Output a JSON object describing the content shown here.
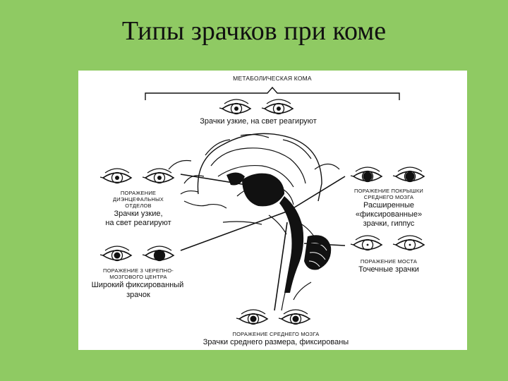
{
  "title": "Типы зрачков при коме",
  "diagram": {
    "metabolic": {
      "heading": "МЕТАБОЛИЧЕСКАЯ КОМА",
      "desc": "Зрачки узкие, на свет реагируют"
    },
    "diencephalic": {
      "heading_l1": "ПОРАЖЕНИЕ",
      "heading_l2": "ДИЭНЦЕФАЛЬНЫХ",
      "heading_l3": "ОТДЕЛОВ",
      "desc_l1": "Зрачки узкие,",
      "desc_l2": "на свет реагируют"
    },
    "third_nerve": {
      "heading_l1": "ПОРАЖЕНИЕ 3 ЧЕРЕПНО-",
      "heading_l2": "МОЗГОВОГО ЦЕНТРА",
      "desc_l1": "Широкий фиксированный",
      "desc_l2": "зрачок"
    },
    "tectum": {
      "heading_l1": "ПОРАЖЕНИЕ ПОКРЫШКИ",
      "heading_l2": "СРЕДНЕГО МОЗГА",
      "desc_l1": "Расширенные",
      "desc_l2": "«фиксированные»",
      "desc_l3": "зрачки, гиппус"
    },
    "pons": {
      "heading": "ПОРАЖЕНИЕ МОСТА",
      "desc": "Точечные зрачки"
    },
    "midbrain": {
      "heading": "ПОРАЖЕНИЕ СРЕДНЕГО МОЗГА",
      "desc": "Зрачки среднего размера, фиксированы"
    }
  }
}
